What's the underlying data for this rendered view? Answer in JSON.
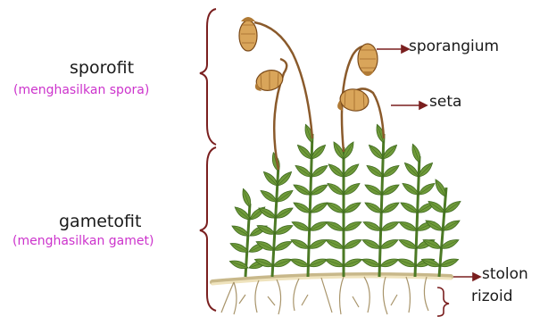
{
  "labels": {
    "sporofit": "sporofit",
    "sporofit_sub": "(menghasilkan spora)",
    "gametofit": "gametofit",
    "gametofit_sub": "(menghasilkan gamet)",
    "sporangium": "sporangium",
    "seta": "seta",
    "stolon": "stolon",
    "rizoid": "rizoid"
  },
  "colors": {
    "label_text": "#1a1a1a",
    "sub_label_text": "#cc33cc",
    "bracket": "#7a1f1f",
    "leaf": "#6f9a3a",
    "stalk": "#8a5a2b",
    "capsule": "#d9a55a"
  }
}
